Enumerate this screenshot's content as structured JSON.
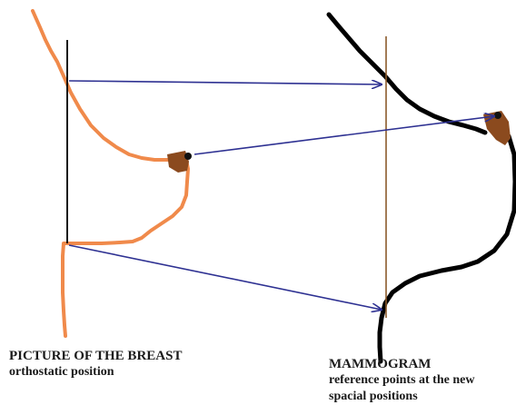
{
  "captions": {
    "left": {
      "title": "PICTURE OF THE BREAST",
      "subtitle": "orthostatic position"
    },
    "right": {
      "title": "MAMMOGRAM",
      "subtitle_line1": "reference points at the new",
      "subtitle_line2": "spacial positions"
    }
  },
  "colors": {
    "breast_outline": "#f08a4b",
    "mammogram_outline": "#000000",
    "arrow": "#2e3192",
    "left_reference_line": "#000000",
    "right_reference_line": "#8b5a2b",
    "nipple": "#8b4a1e"
  }
}
